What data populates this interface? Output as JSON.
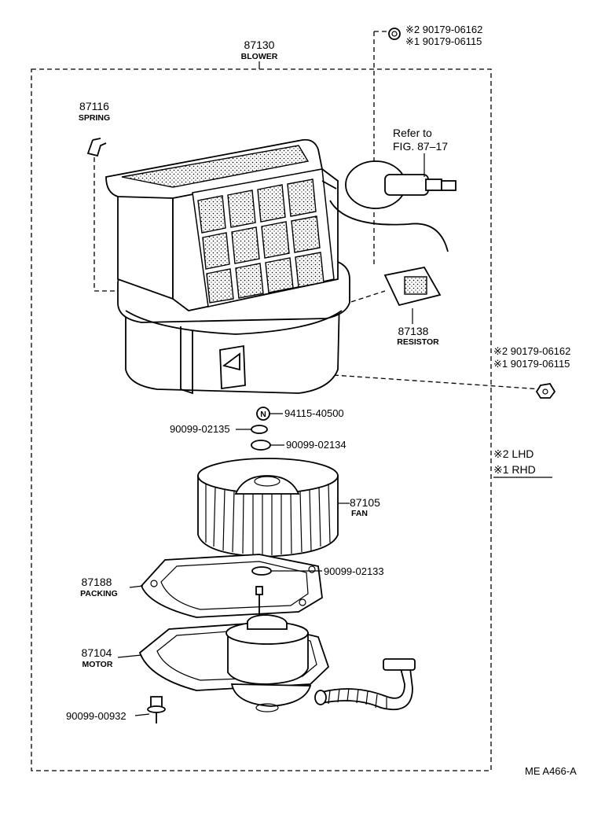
{
  "diagram": {
    "blower": {
      "number": "87130",
      "name": "BLOWER"
    },
    "spring": {
      "number": "87116",
      "name": "SPRING"
    },
    "top_nut": {
      "line1": "※2 90179-06162",
      "line2": "※1 90179-06115"
    },
    "refer": {
      "line1": "Refer to",
      "line2": "FIG. 87–17"
    },
    "resistor": {
      "number": "87138",
      "name": "RESISTOR"
    },
    "side_nut": {
      "line1": "※2 90179-06162",
      "line2": "※1 90179-06115"
    },
    "nut_part": {
      "symbol": "N",
      "number": "94115-40500"
    },
    "washer_left": "90099-02135",
    "washer_right": "90099-02134",
    "legend": {
      "lhd": "※2 LHD",
      "rhd": "※1 RHD"
    },
    "fan": {
      "number": "87105",
      "name": "FAN"
    },
    "fan_washer": "90099-02133",
    "packing": {
      "number": "87188",
      "name": "PACKING"
    },
    "motor": {
      "number": "87104",
      "name": "MOTOR"
    },
    "screw": "90099-00932",
    "code": "ME A466-A"
  }
}
